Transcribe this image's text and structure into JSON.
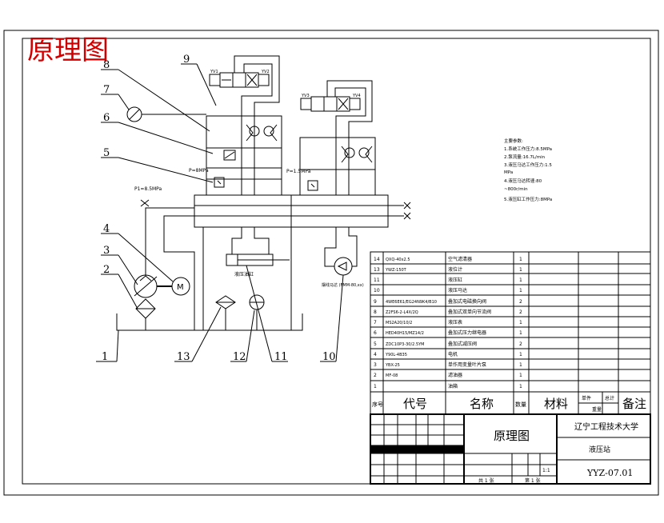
{
  "sheet": {
    "title": "原理图"
  },
  "balloons": [
    {
      "n": "1"
    },
    {
      "n": "2"
    },
    {
      "n": "3"
    },
    {
      "n": "4"
    },
    {
      "n": "5"
    },
    {
      "n": "6"
    },
    {
      "n": "7"
    },
    {
      "n": "8"
    },
    {
      "n": "9"
    },
    {
      "n": "10"
    },
    {
      "n": "11"
    },
    {
      "n": "12"
    },
    {
      "n": "13"
    }
  ],
  "circuit_labels": {
    "valve_left_a": "YV1",
    "valve_left_b": "YV2",
    "valve_right_a": "YV3",
    "valve_right_b": "YV4",
    "pressure_left": "P=8MPa",
    "pressure_right": "P=1.5MPa",
    "pressure_pump": "P1=8.5MPa",
    "motor": "M",
    "cylinder": "液压油缸",
    "hyd_motor": "摆线马达 (FMM-80,xx)"
  },
  "tech_notes": [
    "主要参数:",
    "1.系统工作压力:8.5MPa",
    "2.泵流量:16.7L/min",
    "3.液压马达工作压力:1.5",
    "MPa",
    "4.液压马达转速:80",
    "~800r/min",
    "5.液压缸工作压力:8MPa"
  ],
  "parts": [
    {
      "no": "14",
      "code": "QXQ-40x2.5",
      "name": "空气滤清器",
      "qty": "1"
    },
    {
      "no": "13",
      "code": "YWZ-150T",
      "name": "液位计",
      "qty": "1"
    },
    {
      "no": "11",
      "code": "",
      "name": "液压缸",
      "qty": "1"
    },
    {
      "no": "10",
      "code": "",
      "name": "液压马达",
      "qty": "1"
    },
    {
      "no": "9",
      "code": "4WE6E61/EG24N9K4/B10",
      "name": "叠加式电磁换向阀",
      "qty": "2"
    },
    {
      "no": "8",
      "code": "Z2FS6-2-L4X/2Q",
      "name": "叠加式双单向节流阀",
      "qty": "2"
    },
    {
      "no": "7",
      "code": "MS2A20/10/2",
      "name": "液压表",
      "qty": "1"
    },
    {
      "no": "6",
      "code": "HED40H15/MZ14/2",
      "name": "叠加式压力继电器",
      "qty": "1"
    },
    {
      "no": "5",
      "code": "ZDC10P3-30/2.5YM",
      "name": "叠加式减压阀",
      "qty": "2"
    },
    {
      "no": "4",
      "code": "Y90L-4B35",
      "name": "电机",
      "qty": "1"
    },
    {
      "no": "3",
      "code": "YBX-25",
      "name": "单作用变量叶片泵",
      "qty": "1"
    },
    {
      "no": "2",
      "code": "MF-08",
      "name": "滤油器",
      "qty": "1"
    },
    {
      "no": "1",
      "code": "",
      "name": "油箱",
      "qty": "1"
    }
  ],
  "table_header": {
    "no": "序号",
    "code": "代号",
    "name": "名称",
    "qty": "数量",
    "material": "材料",
    "unit_weight": "单件",
    "total_weight": "总计",
    "weight": "重量",
    "remarks": "备注"
  },
  "title_block": {
    "drawing_name": "原理图",
    "school": "辽宁工程技术大学",
    "product": "液压站",
    "drawing_no": "YYZ-07.01",
    "scale": "1:1",
    "sheet_of": "共 1 张",
    "sheet_no": "第 1 张"
  }
}
